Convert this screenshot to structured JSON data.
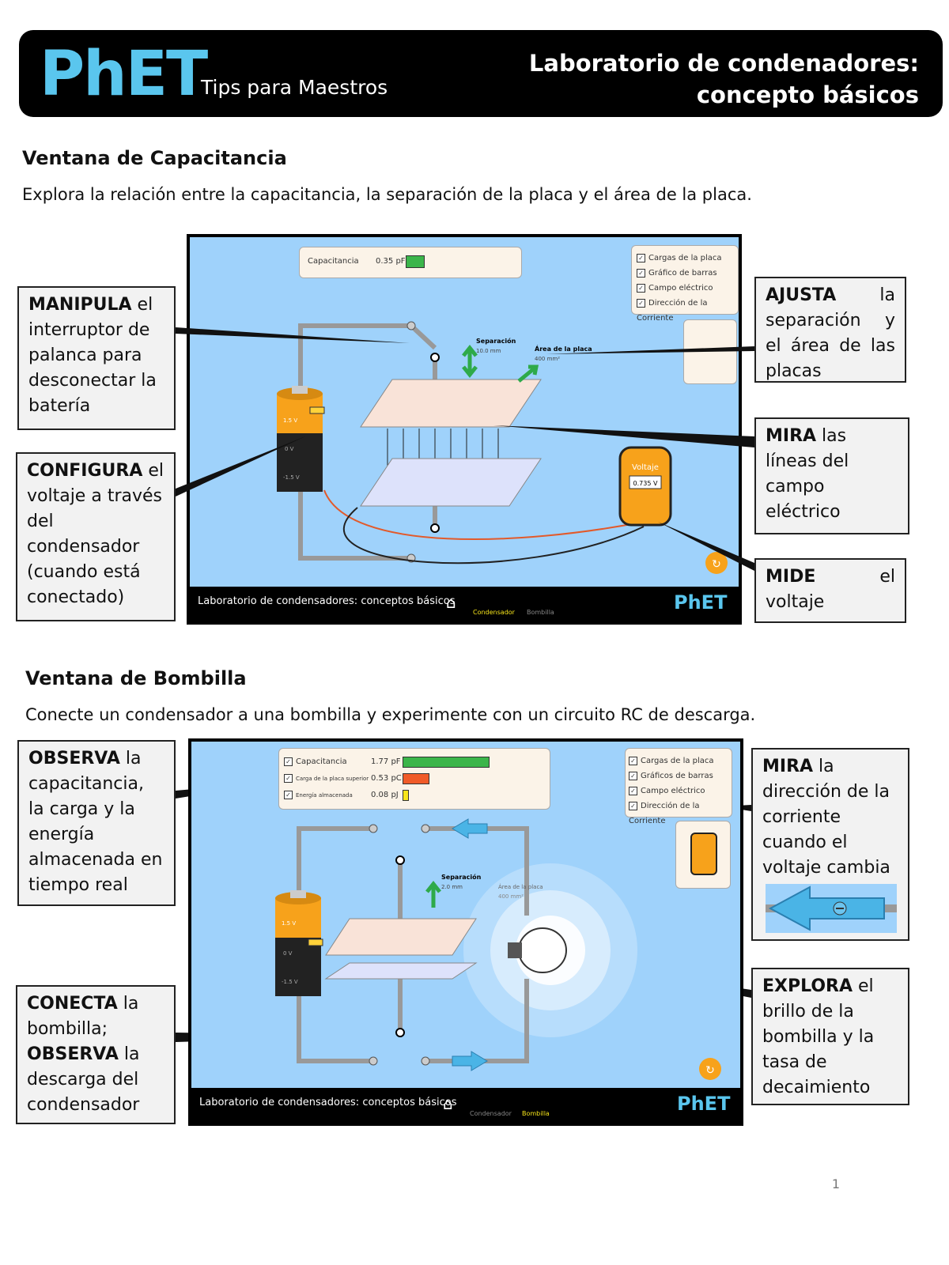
{
  "header": {
    "logo": "PhET",
    "tagline": "Tips para Maestros",
    "title_line1": "Laboratorio de condenadores:",
    "title_line2": "concepto básicos"
  },
  "section1": {
    "title": "Ventana de Capacitancia",
    "description": "Explora la relación entre la capacitancia, la separación de la placa y el área de la placa.",
    "callouts": {
      "manipula": {
        "bold": "MANIPULA",
        "text": " el interruptor de palanca para desconectar la batería"
      },
      "configura": {
        "bold": "CONFIGURA",
        "text": " el voltaje a través del condensador (cuando está conectado)"
      },
      "ajusta": {
        "bold": "AJUSTA",
        "text": " la separación y el área de las placas"
      },
      "mira": {
        "bold": "MIRA",
        "text": " las líneas del campo eléctrico"
      },
      "mide": {
        "bold": "MIDE",
        "text": " el voltaje"
      }
    },
    "sim": {
      "readout_label": "Capacitancia",
      "readout_value": "0.35 pF",
      "checkboxes": [
        "Cargas de la placa",
        "Gráfico de barras",
        "Campo eléctrico",
        "Dirección de la Corriente"
      ],
      "separation_label": "Separación",
      "separation_value": "10.0 mm",
      "area_label": "Área de la placa",
      "area_value": "400 mm²",
      "battery_labels": [
        "1.5 V",
        "0 V",
        "-1.5 V"
      ],
      "voltmeter_label": "Voltaje",
      "voltmeter_value": "0.735 V",
      "nav_title": "Laboratorio de condensadores: conceptos básicos",
      "nav_tab1": "Condensador",
      "nav_tab2": "Bombilla",
      "nav_logo": "PhET"
    }
  },
  "section2": {
    "title": "Ventana de Bombilla",
    "description": "Conecte un condensador a una bombilla y experimente con un circuito RC de descarga.",
    "callouts": {
      "observa": {
        "bold": "OBSERVA",
        "text": " la capacitancia, la carga y la energía almacenada en tiempo real"
      },
      "conecta": {
        "bold1": "CONECTA",
        "text1": " la bombilla;",
        "bold2": "OBSERVA",
        "text2": " la descarga del condensador"
      },
      "mira": {
        "bold": "MIRA",
        "text": " la dirección de la corriente cuando el voltaje cambia"
      },
      "explora": {
        "bold": "EXPLORA",
        "text": " el brillo de la bombilla y la tasa de decaimiento"
      }
    },
    "sim": {
      "readouts": [
        {
          "label": "Capacitancia",
          "value": "1.77 pF",
          "color": "#3bb54a",
          "fraction": 0.9
        },
        {
          "label": "Carga de la placa superior",
          "value": "0.53 pC",
          "color": "#f05a28",
          "fraction": 0.27
        },
        {
          "label": "Energía almacenada",
          "value": "0.08 pJ",
          "color": "#f7e51a",
          "fraction": 0.05
        }
      ],
      "checkboxes": [
        "Cargas de la placa",
        "Gráficos de barras",
        "Campo eléctrico",
        "Dirección de la Corriente"
      ],
      "separation_label": "Separación",
      "separation_value": "2.0 mm",
      "area_label": "Área de la placa",
      "area_value": "400 mm²",
      "battery_labels": [
        "1.5 V",
        "0 V",
        "-1.5 V"
      ],
      "nav_title": "Laboratorio de condensadores: conceptos básicos",
      "nav_tab1": "Condensador",
      "nav_tab2": "Bombilla",
      "nav_logo": "PhET"
    }
  },
  "page_number": "1",
  "colors": {
    "sim_background": "#9fd2fb",
    "logo": "#5ac6ee",
    "battery_orange": "#f7a21b",
    "wire_red": "#e25a2b"
  }
}
